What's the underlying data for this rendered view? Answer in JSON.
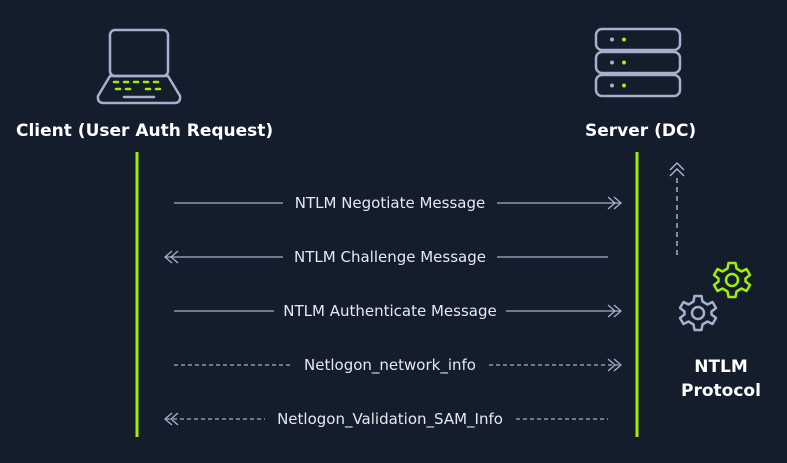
{
  "client": {
    "label": "Client (User Auth Request)",
    "icon": "laptop-icon"
  },
  "server": {
    "label": "Server (DC)",
    "icon": "server-icon"
  },
  "protocol": {
    "line1": "NTLM",
    "line2": "Protocol",
    "icon": "gears-icon"
  },
  "messages": [
    {
      "label": "NTLM Negotiate Message",
      "direction": "to-server",
      "style": "solid"
    },
    {
      "label": "NTLM Challenge Message",
      "direction": "to-client",
      "style": "solid"
    },
    {
      "label": "NTLM Authenticate Message",
      "direction": "to-server",
      "style": "solid"
    },
    {
      "label": "Netlogon_network_info",
      "direction": "to-server",
      "style": "dashed"
    },
    {
      "label": "Netlogon_Validation_SAM_Info",
      "direction": "to-client",
      "style": "dashed"
    }
  ],
  "colors": {
    "background": "#141d2b",
    "accent": "#9fef00",
    "icon_stroke": "#a4b1cd",
    "text": "#ffffff"
  }
}
